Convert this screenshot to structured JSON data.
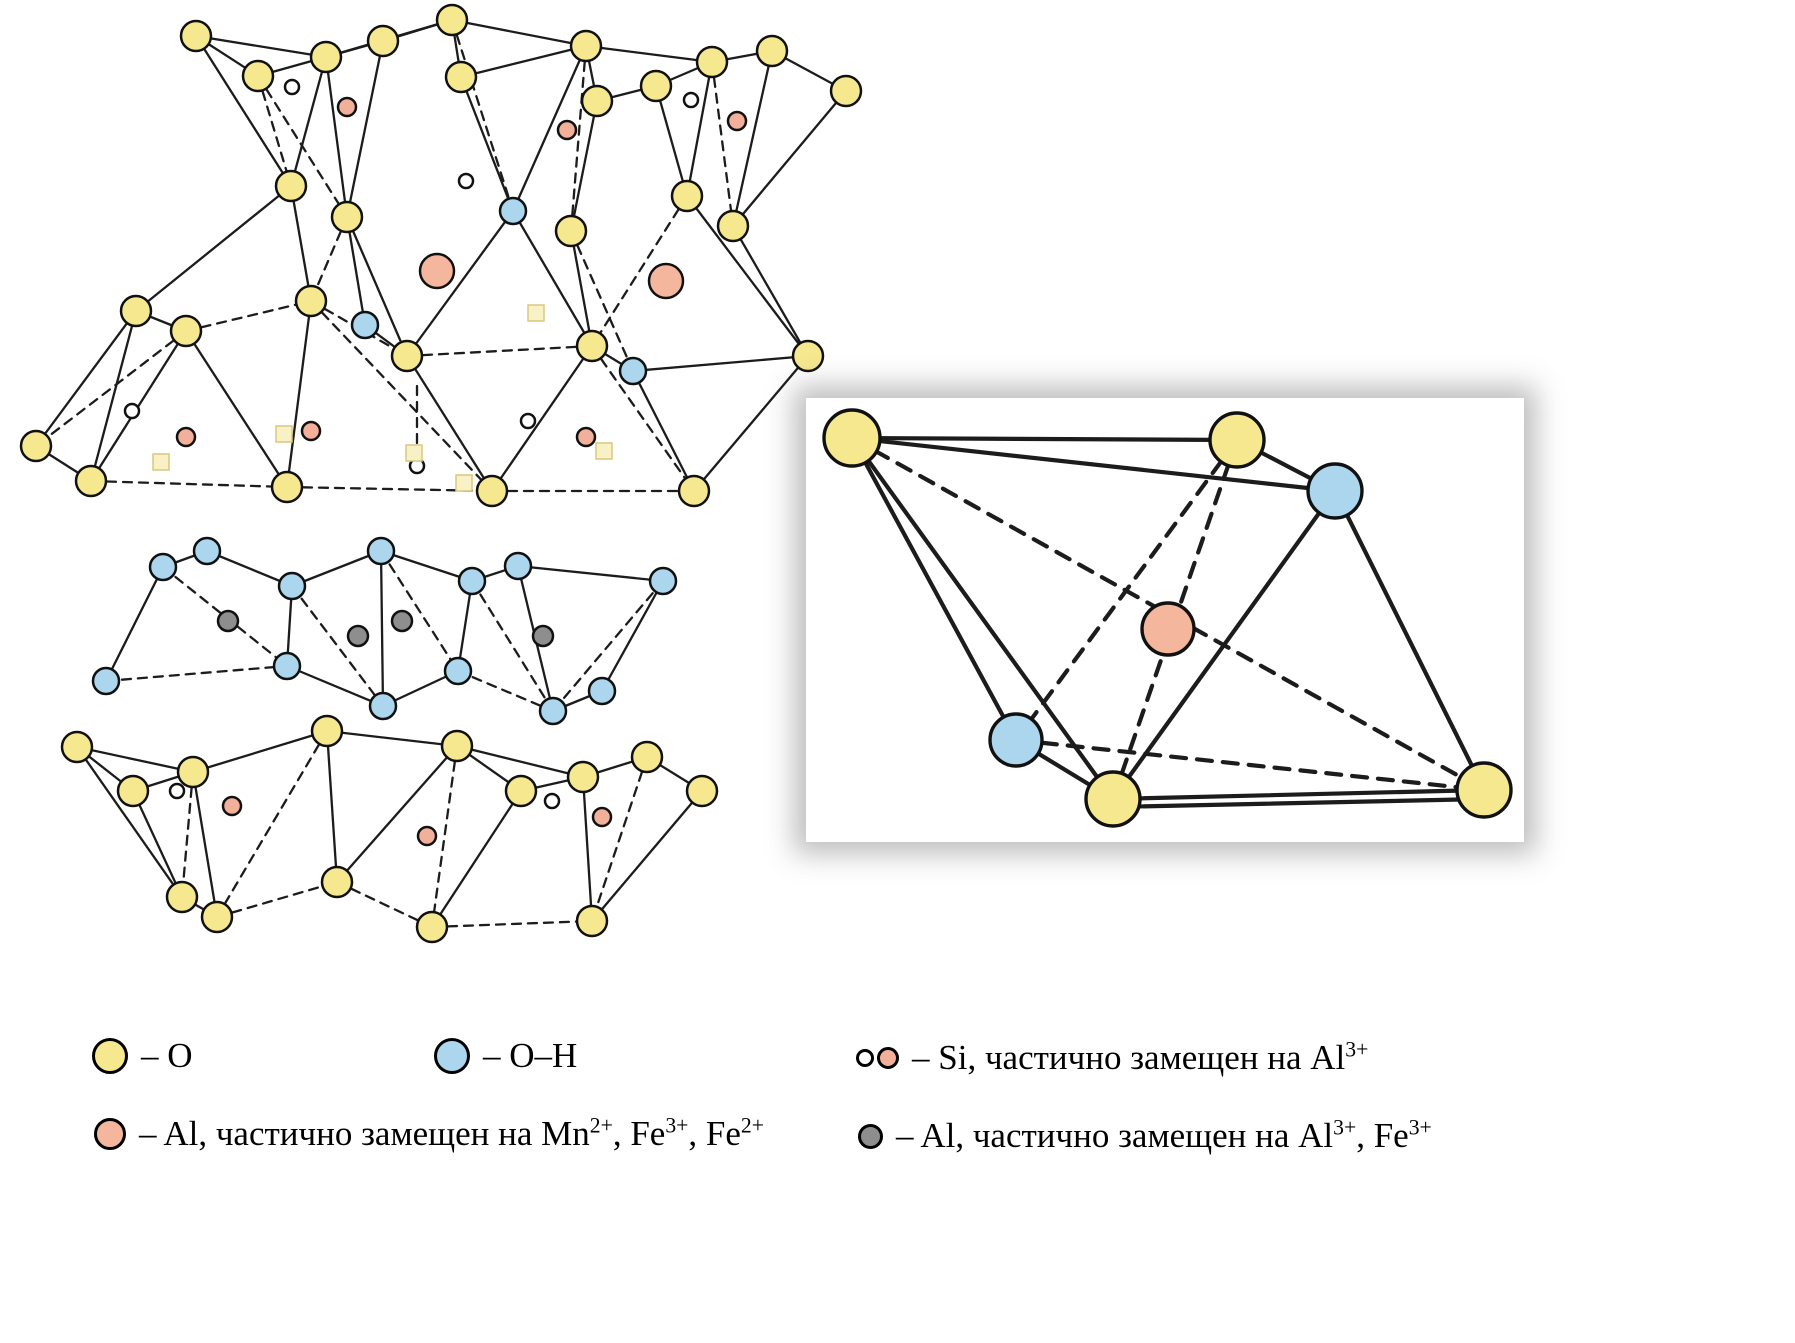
{
  "colors": {
    "oxygen": "#f6e88f",
    "hydroxyl": "#abd6ee",
    "aluminum": "#f4b79e",
    "silicon": "#f2b09a",
    "gray_site": "#8e8e8e",
    "vacancy": "#f8f1c6",
    "line": "#1c1c1c"
  },
  "legend": {
    "o": {
      "label": "– O"
    },
    "oh": {
      "label": "– O–H"
    },
    "si": {
      "t1": "– Si, частично замещен на Al",
      "s1": "3+"
    },
    "al_mn": {
      "t1": "– Al, частично замещен на Mn",
      "s1": "2+",
      "t2": ", Fe",
      "s2": "3+",
      "t3": ", Fe",
      "s3": "2+"
    },
    "al_gray": {
      "t1": "– Al, частично замещен на Al",
      "s1": "3+",
      "t2": ", Fe",
      "s2": "3+"
    }
  },
  "structure": {
    "atoms": [
      [
        "o",
        196,
        36
      ],
      [
        "o",
        258,
        76
      ],
      [
        "o",
        326,
        57
      ],
      [
        "o",
        383,
        41
      ],
      [
        "o",
        452,
        20
      ],
      [
        "o",
        461,
        77
      ],
      [
        "o",
        586,
        46
      ],
      [
        "o",
        597,
        101
      ],
      [
        "o",
        656,
        86
      ],
      [
        "o",
        712,
        62
      ],
      [
        "o",
        772,
        51
      ],
      [
        "o",
        846,
        91
      ],
      [
        "w",
        292,
        87
      ],
      [
        "w",
        691,
        100
      ],
      [
        "w",
        466,
        181
      ],
      [
        "p",
        347,
        107
      ],
      [
        "p",
        567,
        130
      ],
      [
        "p",
        737,
        121
      ],
      [
        "o",
        291,
        186
      ],
      [
        "o",
        347,
        217
      ],
      [
        "o",
        571,
        231
      ],
      [
        "o",
        687,
        196
      ],
      [
        "o",
        733,
        226
      ],
      [
        "b",
        513,
        211
      ],
      [
        "b",
        365,
        325
      ],
      [
        "b",
        633,
        371
      ],
      [
        "a",
        437,
        271
      ],
      [
        "a",
        666,
        281
      ],
      [
        "o",
        136,
        311
      ],
      [
        "o",
        186,
        331
      ],
      [
        "o",
        311,
        301
      ],
      [
        "o",
        407,
        356
      ],
      [
        "o",
        592,
        346
      ],
      [
        "o",
        808,
        356
      ],
      [
        "o",
        36,
        446
      ],
      [
        "o",
        91,
        481
      ],
      [
        "w",
        132,
        411
      ],
      [
        "w",
        417,
        466
      ],
      [
        "w",
        528,
        421
      ],
      [
        "p",
        186,
        437
      ],
      [
        "p",
        311,
        431
      ],
      [
        "p",
        586,
        437
      ],
      [
        "q",
        161,
        462
      ],
      [
        "q",
        284,
        434
      ],
      [
        "q",
        414,
        453
      ],
      [
        "q",
        464,
        483
      ],
      [
        "q",
        604,
        451
      ],
      [
        "q",
        536,
        313
      ],
      [
        "o",
        287,
        487
      ],
      [
        "o",
        492,
        491
      ],
      [
        "o",
        694,
        491
      ],
      [
        "b",
        163,
        567
      ],
      [
        "b",
        207,
        551
      ],
      [
        "b",
        292,
        586
      ],
      [
        "b",
        381,
        551
      ],
      [
        "b",
        472,
        581
      ],
      [
        "b",
        518,
        566
      ],
      [
        "b",
        663,
        581
      ],
      [
        "b",
        106,
        681
      ],
      [
        "b",
        287,
        666
      ],
      [
        "b",
        383,
        706
      ],
      [
        "b",
        458,
        671
      ],
      [
        "b",
        553,
        711
      ],
      [
        "b",
        602,
        691
      ],
      [
        "g",
        228,
        621
      ],
      [
        "g",
        358,
        636
      ],
      [
        "g",
        402,
        621
      ],
      [
        "g",
        543,
        636
      ],
      [
        "o",
        77,
        747
      ],
      [
        "o",
        133,
        791
      ],
      [
        "o",
        193,
        772
      ],
      [
        "o",
        327,
        731
      ],
      [
        "o",
        457,
        746
      ],
      [
        "o",
        521,
        791
      ],
      [
        "o",
        583,
        777
      ],
      [
        "o",
        647,
        757
      ],
      [
        "o",
        702,
        791
      ],
      [
        "w",
        177,
        791
      ],
      [
        "w",
        552,
        801
      ],
      [
        "p",
        232,
        806
      ],
      [
        "p",
        427,
        836
      ],
      [
        "p",
        602,
        817
      ],
      [
        "o",
        182,
        897
      ],
      [
        "o",
        217,
        917
      ],
      [
        "o",
        337,
        882
      ],
      [
        "o",
        432,
        927
      ],
      [
        "o",
        592,
        921
      ]
    ],
    "bonds": [
      [
        196,
        36,
        326,
        57,
        0
      ],
      [
        326,
        57,
        452,
        20,
        0
      ],
      [
        452,
        20,
        586,
        46,
        0
      ],
      [
        586,
        46,
        712,
        62,
        0
      ],
      [
        712,
        62,
        772,
        51,
        0
      ],
      [
        772,
        51,
        846,
        91,
        0
      ],
      [
        196,
        36,
        258,
        76,
        0
      ],
      [
        258,
        76,
        326,
        57,
        0
      ],
      [
        326,
        57,
        383,
        41,
        0
      ],
      [
        383,
        41,
        452,
        20,
        0
      ],
      [
        452,
        20,
        461,
        77,
        0
      ],
      [
        461,
        77,
        586,
        46,
        0
      ],
      [
        586,
        46,
        597,
        101,
        0
      ],
      [
        597,
        101,
        656,
        86,
        0
      ],
      [
        656,
        86,
        712,
        62,
        0
      ],
      [
        196,
        36,
        291,
        186,
        0
      ],
      [
        326,
        57,
        291,
        186,
        0
      ],
      [
        258,
        76,
        291,
        186,
        1
      ],
      [
        326,
        57,
        347,
        217,
        0
      ],
      [
        383,
        41,
        347,
        217,
        0
      ],
      [
        258,
        76,
        347,
        217,
        1
      ],
      [
        461,
        77,
        513,
        211,
        0
      ],
      [
        586,
        46,
        513,
        211,
        0
      ],
      [
        452,
        20,
        513,
        211,
        1
      ],
      [
        597,
        101,
        571,
        231,
        0
      ],
      [
        586,
        46,
        571,
        231,
        1
      ],
      [
        656,
        86,
        687,
        196,
        0
      ],
      [
        712,
        62,
        687,
        196,
        0
      ],
      [
        772,
        51,
        733,
        226,
        0
      ],
      [
        846,
        91,
        733,
        226,
        0
      ],
      [
        712,
        62,
        733,
        226,
        1
      ],
      [
        291,
        186,
        311,
        301,
        0
      ],
      [
        347,
        217,
        311,
        301,
        1
      ],
      [
        347,
        217,
        365,
        325,
        0
      ],
      [
        365,
        325,
        407,
        356,
        0
      ],
      [
        347,
        217,
        407,
        356,
        0
      ],
      [
        513,
        211,
        407,
        356,
        0
      ],
      [
        513,
        211,
        592,
        346,
        0
      ],
      [
        571,
        231,
        592,
        346,
        0
      ],
      [
        571,
        231,
        633,
        371,
        1
      ],
      [
        687,
        196,
        592,
        346,
        1
      ],
      [
        687,
        196,
        808,
        356,
        0
      ],
      [
        733,
        226,
        808,
        356,
        0
      ],
      [
        136,
        311,
        291,
        186,
        0
      ],
      [
        136,
        311,
        186,
        331,
        0
      ],
      [
        186,
        331,
        311,
        301,
        1
      ],
      [
        311,
        301,
        407,
        356,
        1
      ],
      [
        407,
        356,
        592,
        346,
        1
      ],
      [
        592,
        346,
        633,
        371,
        0
      ],
      [
        633,
        371,
        808,
        356,
        0
      ],
      [
        136,
        311,
        36,
        446,
        0
      ],
      [
        136,
        311,
        91,
        481,
        0
      ],
      [
        186,
        331,
        91,
        481,
        0
      ],
      [
        36,
        446,
        91,
        481,
        0
      ],
      [
        186,
        331,
        36,
        446,
        1
      ],
      [
        186,
        331,
        287,
        487,
        0
      ],
      [
        311,
        301,
        287,
        487,
        0
      ],
      [
        311,
        301,
        492,
        491,
        1
      ],
      [
        407,
        356,
        492,
        491,
        0
      ],
      [
        592,
        346,
        492,
        491,
        0
      ],
      [
        592,
        346,
        694,
        491,
        1
      ],
      [
        808,
        356,
        694,
        491,
        0
      ],
      [
        633,
        371,
        694,
        491,
        0
      ],
      [
        91,
        481,
        287,
        487,
        1
      ],
      [
        287,
        487,
        492,
        491,
        1
      ],
      [
        492,
        491,
        694,
        491,
        1
      ],
      [
        417,
        386,
        417,
        466,
        1
      ],
      [
        163,
        567,
        207,
        551,
        0
      ],
      [
        207,
        551,
        292,
        586,
        0
      ],
      [
        292,
        586,
        381,
        551,
        0
      ],
      [
        381,
        551,
        472,
        581,
        0
      ],
      [
        472,
        581,
        518,
        566,
        0
      ],
      [
        518,
        566,
        663,
        581,
        0
      ],
      [
        163,
        567,
        106,
        681,
        0
      ],
      [
        163,
        567,
        287,
        666,
        1
      ],
      [
        292,
        586,
        287,
        666,
        0
      ],
      [
        292,
        586,
        383,
        706,
        1
      ],
      [
        381,
        551,
        383,
        706,
        0
      ],
      [
        381,
        551,
        458,
        671,
        1
      ],
      [
        472,
        581,
        458,
        671,
        0
      ],
      [
        472,
        581,
        553,
        711,
        1
      ],
      [
        518,
        566,
        553,
        711,
        0
      ],
      [
        663,
        581,
        602,
        691,
        0
      ],
      [
        663,
        581,
        553,
        711,
        1
      ],
      [
        106,
        681,
        287,
        666,
        1
      ],
      [
        287,
        666,
        383,
        706,
        0
      ],
      [
        383,
        706,
        458,
        671,
        0
      ],
      [
        458,
        671,
        553,
        711,
        1
      ],
      [
        553,
        711,
        602,
        691,
        0
      ],
      [
        77,
        747,
        193,
        772,
        0
      ],
      [
        193,
        772,
        327,
        731,
        0
      ],
      [
        327,
        731,
        457,
        746,
        0
      ],
      [
        457,
        746,
        583,
        777,
        0
      ],
      [
        583,
        777,
        647,
        757,
        0
      ],
      [
        647,
        757,
        702,
        791,
        0
      ],
      [
        77,
        747,
        133,
        791,
        0
      ],
      [
        133,
        791,
        193,
        772,
        0
      ],
      [
        457,
        746,
        521,
        791,
        0
      ],
      [
        521,
        791,
        583,
        777,
        0
      ],
      [
        77,
        747,
        182,
        897,
        0
      ],
      [
        133,
        791,
        182,
        897,
        0
      ],
      [
        193,
        772,
        182,
        897,
        1
      ],
      [
        193,
        772,
        217,
        917,
        0
      ],
      [
        327,
        731,
        217,
        917,
        1
      ],
      [
        327,
        731,
        337,
        882,
        0
      ],
      [
        457,
        746,
        337,
        882,
        0
      ],
      [
        457,
        746,
        432,
        927,
        1
      ],
      [
        521,
        791,
        432,
        927,
        0
      ],
      [
        583,
        777,
        592,
        921,
        0
      ],
      [
        647,
        757,
        592,
        921,
        1
      ],
      [
        702,
        791,
        592,
        921,
        0
      ],
      [
        182,
        897,
        217,
        917,
        0
      ],
      [
        217,
        917,
        337,
        882,
        1
      ],
      [
        337,
        882,
        432,
        927,
        1
      ],
      [
        432,
        927,
        592,
        921,
        1
      ]
    ]
  },
  "inset": {
    "atoms": [
      [
        "o",
        852,
        438,
        28
      ],
      [
        "o",
        1237,
        440,
        27
      ],
      [
        "b",
        1335,
        491,
        27
      ],
      [
        "a",
        1168,
        629,
        26
      ],
      [
        "b",
        1016,
        740,
        26
      ],
      [
        "o",
        1113,
        799,
        27
      ],
      [
        "o",
        1484,
        790,
        27
      ]
    ],
    "bonds": [
      [
        852,
        438,
        1237,
        440,
        0
      ],
      [
        852,
        438,
        1335,
        491,
        0
      ],
      [
        1237,
        440,
        1335,
        491,
        0
      ],
      [
        1335,
        491,
        1484,
        790,
        0
      ],
      [
        1484,
        790,
        1113,
        799,
        0
      ],
      [
        1113,
        807,
        1484,
        799,
        0
      ],
      [
        1113,
        799,
        1016,
        740,
        0
      ],
      [
        1016,
        740,
        852,
        438,
        0
      ],
      [
        852,
        438,
        1113,
        799,
        0
      ],
      [
        1335,
        491,
        1113,
        799,
        0
      ],
      [
        852,
        438,
        1484,
        790,
        1
      ],
      [
        1237,
        440,
        1016,
        740,
        1
      ],
      [
        1016,
        740,
        1484,
        790,
        1
      ],
      [
        1237,
        440,
        1113,
        799,
        1
      ]
    ]
  }
}
